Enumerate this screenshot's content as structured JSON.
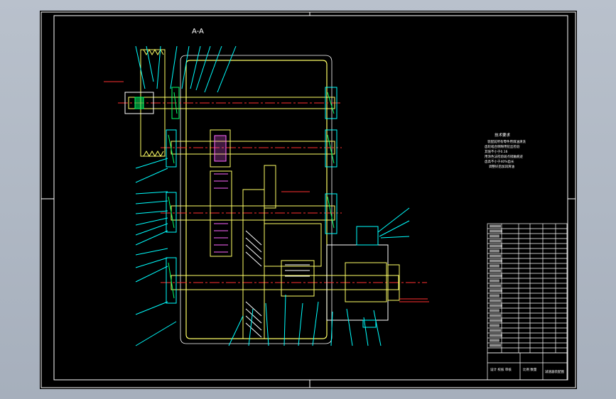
{
  "view": {
    "section_label": "A-A",
    "notes_heading": "技术要求",
    "notes_lines": [
      "装配前所有零件用煤油清洗",
      "齿轮啮合侧隙用铅丝检验",
      "其值不小于0.16",
      "用涂色法检验斑点接触痕迹",
      "齿高不小于40%齿长",
      "调整好后加润滑油"
    ]
  },
  "title_block": {
    "row_count": 26,
    "footer_left": "设计 校核 审核",
    "footer_mid": "比例 数量",
    "footer_right": "减速器装配图"
  },
  "colors": {
    "frame": "#ffffff",
    "outline": "#ffff66",
    "centerline": "#ff3030",
    "hatch": "#ff66ff",
    "section": "#ffffff",
    "bolt": "#00ffff",
    "bearing": "#00ff66",
    "leader": "#00ffff",
    "text": "#ffffff"
  }
}
